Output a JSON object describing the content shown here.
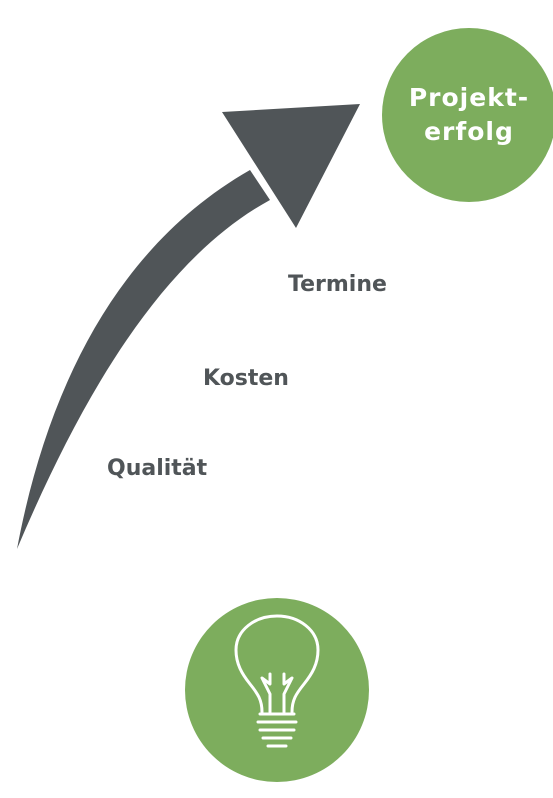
{
  "goal": {
    "line1": "Projekt-",
    "line2": "erfolg"
  },
  "factors": {
    "termine": "Termine",
    "kosten": "Kosten",
    "qualitaet": "Qualität"
  },
  "colors": {
    "circle_green": "#7dad5d",
    "arrow_gray": "#505558",
    "bulb_outline": "#ffffff",
    "text_gray": "#505558"
  },
  "icons": {
    "bulb": "lightbulb-icon",
    "arrow": "curved-arrow-icon"
  }
}
